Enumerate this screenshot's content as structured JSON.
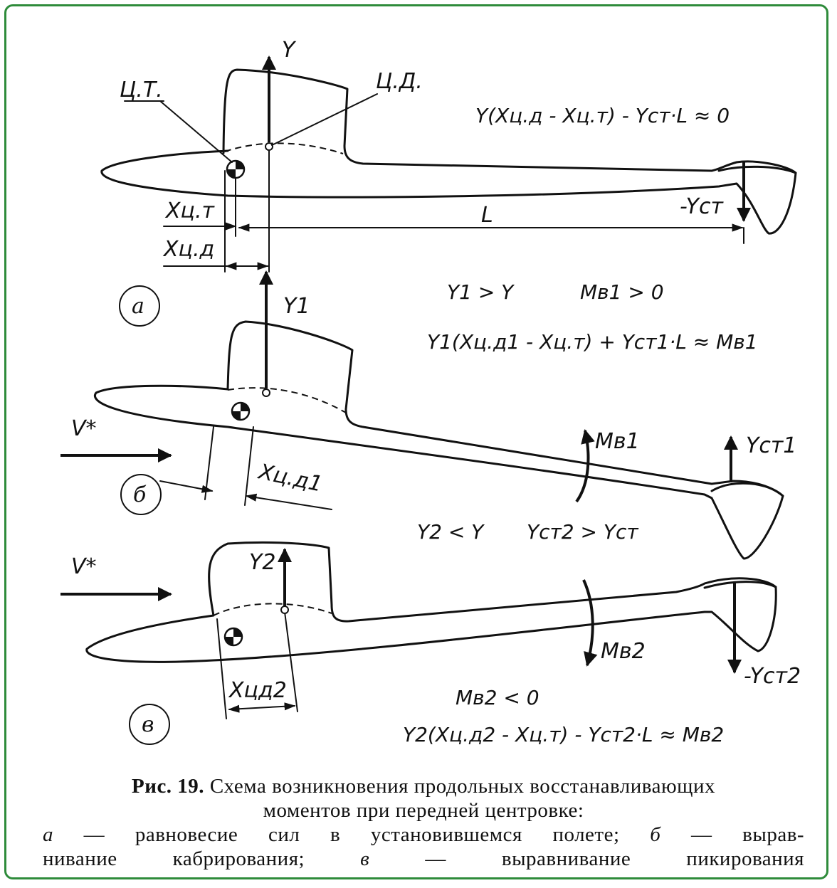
{
  "panel_a": {
    "label_circle": "а",
    "label_cg": "Ц.Т.",
    "label_cp": "Ц.Д.",
    "label_lift": "Y",
    "label_tail_force": "-Yст",
    "label_x_cg": "Xц.т",
    "label_x_cp": "Xц.д",
    "label_arm": "L",
    "equation": "Y(Xц.д - Xц.т) - Yст·L ≈ 0"
  },
  "panel_b": {
    "label_circle": "б",
    "label_lift": "Y1",
    "label_velocity": "V*",
    "label_x_cp": "Xц.д1",
    "label_moment": "Mв1",
    "label_tail_force": "Yст1",
    "cond_lift": "Y1 > Y",
    "cond_moment": "Mв1 > 0",
    "equation": "Y1(Xц.д1 - Xц.т) + Yст1·L ≈ Mв1"
  },
  "panel_c": {
    "label_circle": "в",
    "label_lift": "Y2",
    "label_velocity": "V*",
    "label_x_cp": "Xцд2",
    "label_moment": "Mв2",
    "label_tail_force": "-Yст2",
    "cond_lift": "Y2 < Y",
    "cond_tail": "Yст2 > Yст",
    "cond_moment": "Mв2 < 0",
    "equation": "Y2(Xц.д2 - Xц.т) - Yст2·L ≈ Mв2"
  },
  "caption": {
    "fig": "Рис. 19.",
    "title_1": "Схема возникновения продольных восстанавливающих",
    "title_2": "моментов при передней центровке:",
    "item_a_key": "а",
    "item_a": "— равновесие сил в установившемся полете;",
    "item_b_key": "б",
    "item_b_1": "— вырав-",
    "item_b_2": "нивание кабрирования;",
    "item_c_key": "в",
    "item_c": "— выравнивание пикирования"
  }
}
